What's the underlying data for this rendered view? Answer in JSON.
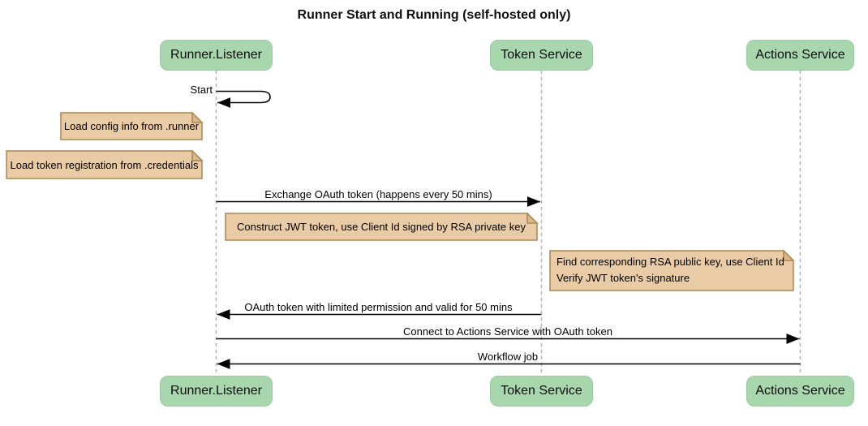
{
  "diagram": {
    "type": "sequence-diagram",
    "title": "Runner Start and Running (self-hosted only)",
    "participants": [
      {
        "id": "runner-listener",
        "label": "Runner.Listener"
      },
      {
        "id": "token-service",
        "label": "Token Service"
      },
      {
        "id": "actions-service",
        "label": "Actions Service"
      }
    ],
    "messages": [
      {
        "from": "runner-listener",
        "to": "runner-listener",
        "kind": "self",
        "label": "Start"
      },
      {
        "from": "runner-listener",
        "to": "token-service",
        "kind": "solid",
        "label": "Exchange OAuth token (happens every 50 mins)"
      },
      {
        "from": "token-service",
        "to": "runner-listener",
        "kind": "solid",
        "label": "OAuth token with limited permission and valid for 50 mins"
      },
      {
        "from": "runner-listener",
        "to": "actions-service",
        "kind": "solid",
        "label": "Connect to Actions Service with OAuth token"
      },
      {
        "from": "actions-service",
        "to": "runner-listener",
        "kind": "solid",
        "label": "Workflow job"
      }
    ],
    "notes": [
      {
        "position": "left-of runner-listener",
        "text": "Load config info from .runner"
      },
      {
        "position": "left-of runner-listener",
        "text": "Load token registration from .credentials"
      },
      {
        "position": "over runner-listener and token-service",
        "text": "Construct JWT token, use Client Id signed by RSA private key"
      },
      {
        "position": "left-of actions-service",
        "lines": [
          "Find corresponding RSA public key, use Client Id",
          "Verify JWT token's signature"
        ]
      }
    ],
    "colors": {
      "background": "#ffffff",
      "participant_fill": "#a8d6ad",
      "note_fill": "#e9cba6",
      "note_border": "#aa8653",
      "note_fold": "#d9b988",
      "lifeline": "#b3b3b3",
      "message_line": "#000000",
      "text": "#000000"
    }
  }
}
